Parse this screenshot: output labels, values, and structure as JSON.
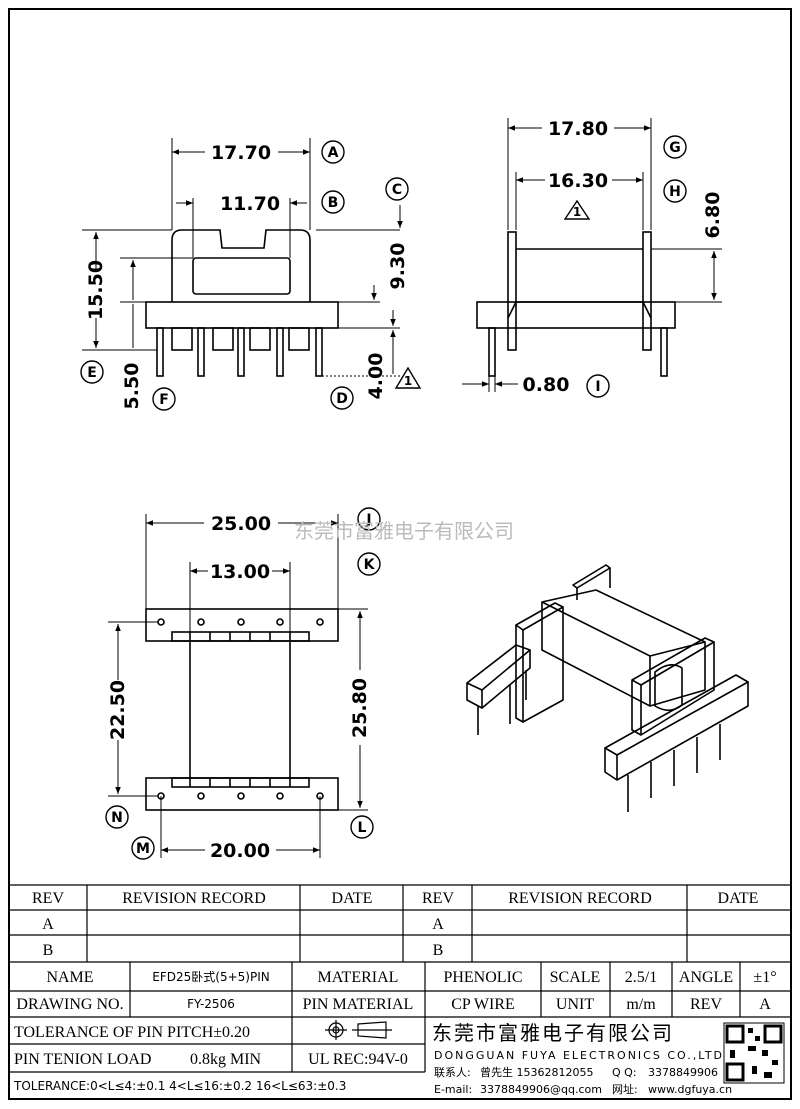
{
  "dimensions": {
    "d1770": "17.70",
    "d1170": "11.70",
    "d1550": "15.50",
    "d930": "9.30",
    "d550": "5.50",
    "d400": "4.00",
    "d1780": "17.80",
    "d1630": "16.30",
    "d680": "6.80",
    "d080": "0.80",
    "d2500": "25.00",
    "d1300": "13.00",
    "d2250": "22.50",
    "d2580": "25.80",
    "d2000": "20.00"
  },
  "balloons": {
    "A": "A",
    "B": "B",
    "C": "C",
    "D": "D",
    "E": "E",
    "F": "F",
    "G": "G",
    "H": "H",
    "I": "I",
    "J": "J",
    "K": "K",
    "L": "L",
    "M": "M",
    "N": "N"
  },
  "revision_mark": "1",
  "watermark": "东莞市富雅电子有限公司",
  "title_block": {
    "rev_header": "REV",
    "revision_record_header": "REVISION RECORD",
    "date_header": "DATE",
    "rev_a": "A",
    "rev_b": "B",
    "name_label": "NAME",
    "name_value": "EFD25卧式(5+5)PIN",
    "material_label": "MATERIAL",
    "material_value": "PHENOLIC",
    "scale_label": "SCALE",
    "scale_value": "2.5/1",
    "angle_label": "ANGLE",
    "angle_value": "±1°",
    "drawing_no_label": "DRAWING NO.",
    "drawing_no_value": "FY-2506",
    "pin_material_label": "PIN MATERIAL",
    "pin_material_value": "CP WIRE",
    "unit_label": "UNIT",
    "unit_value": "m/m",
    "rev_label": "REV",
    "rev_value": "A",
    "pin_pitch_tolerance": "TOLERANCE OF PIN PITCH±0.20",
    "pin_tension_label": "PIN TENION LOAD",
    "pin_tension_value": "0.8kg MIN",
    "ul_rec": "UL REC:94V-0",
    "tolerance_line": "TOLERANCE:0<L≤4:±0.1  4<L≤16:±0.2  16<L≤63:±0.3",
    "company_cn": "东莞市富雅电子有限公司",
    "company_en": "DONGGUAN FUYA ELECTRONICS CO.,LTD",
    "contact_label": "联系人:",
    "contact_value": "曾先生 15362812055",
    "qq_label": "Q Q:",
    "qq_value": "3378849906",
    "email_label": "E-mail:",
    "email_value": "3378849906@qq.com",
    "website_label": "网址:",
    "website_value": "www.dgfuya.cn"
  }
}
